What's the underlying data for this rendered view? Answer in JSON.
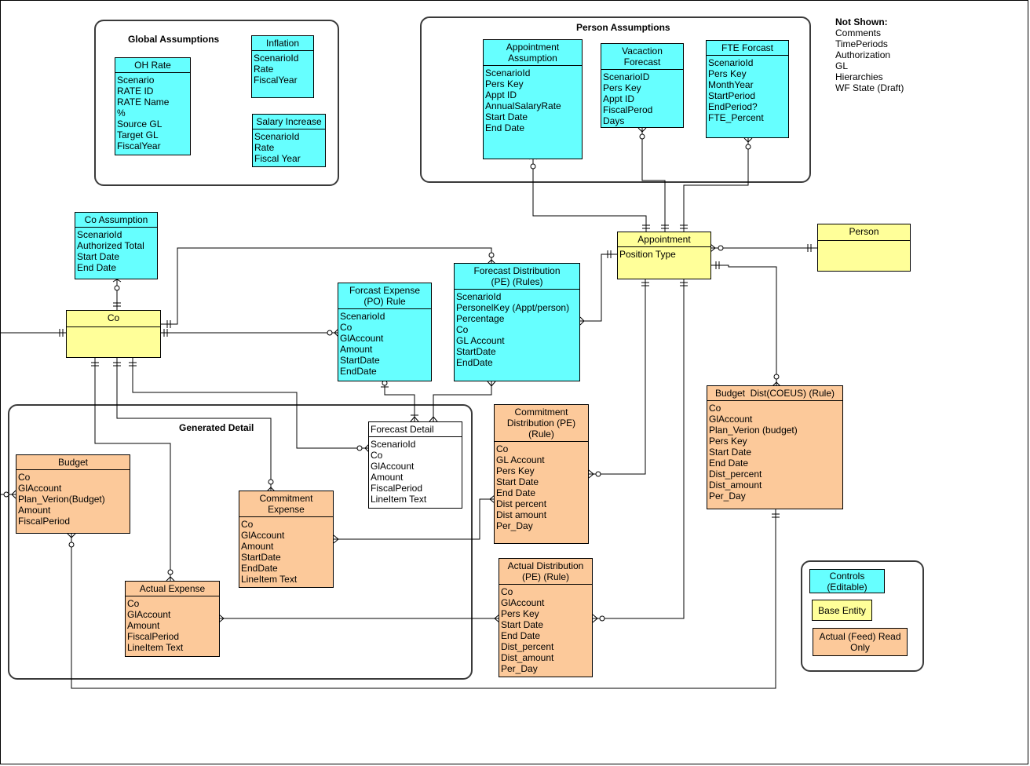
{
  "groups": {
    "global": "Global Assumptions",
    "person": "Person Assumptions",
    "generated": "Generated Detail"
  },
  "not_shown": {
    "title": "Not Shown:",
    "items": [
      "Comments",
      "TimePeriods",
      "Authorization",
      "GL",
      "Hierarchies",
      "WF State (Draft)"
    ]
  },
  "entities": {
    "oh_rate": {
      "title": "OH Rate",
      "fields": [
        "Scenario",
        "RATE ID",
        "RATE Name",
        "%",
        "Source GL",
        "Target GL",
        "FiscalYear"
      ]
    },
    "inflation": {
      "title": "Inflation",
      "fields": [
        "ScenarioId",
        "Rate",
        "FiscalYear"
      ]
    },
    "salary_increase": {
      "title": "Salary Increase",
      "fields": [
        "ScenarioId",
        "Rate",
        "Fiscal Year"
      ]
    },
    "appointment_assumption": {
      "title": "Appointment Assumption",
      "fields": [
        "ScenarioId",
        "Pers Key",
        "Appt ID",
        "AnnualSalaryRate",
        "Start Date",
        "End Date"
      ]
    },
    "vacation_forecast": {
      "title": "Vacaction Forecast",
      "fields": [
        "ScenarioID",
        "Pers Key",
        "Appt ID",
        "FiscalPerod",
        "Days"
      ]
    },
    "fte_forcast": {
      "title": "FTE Forcast",
      "fields": [
        "ScenarioId",
        "Pers Key",
        "MonthYear",
        "StartPeriod",
        "EndPeriod?",
        "FTE_Percent"
      ]
    },
    "co_assumption": {
      "title": "Co Assumption",
      "fields": [
        "ScenarioId",
        "Authorized Total",
        "Start Date",
        "End Date"
      ]
    },
    "co": {
      "title": "Co",
      "fields": []
    },
    "forcast_expense": {
      "title": "Forcast Expense (PO) Rule",
      "fields": [
        "ScenarioId",
        "Co",
        "GlAccount",
        "Amount",
        "StartDate",
        "EndDate"
      ]
    },
    "forecast_distribution": {
      "title": "Forecast Distribution (PE) (Rules)",
      "fields": [
        "ScenarioId",
        "PersonelKey (Appt/person)",
        "Percentage",
        "Co",
        "GL Account",
        "StartDate",
        "EndDate"
      ]
    },
    "appointment": {
      "title": "Appointment",
      "fields": [
        "Position Type"
      ]
    },
    "person": {
      "title": "Person",
      "fields": []
    },
    "forecast_detail": {
      "title": "Forecast Detail",
      "fields": [
        "ScenarioId",
        "Co",
        "GlAccount",
        "Amount",
        "FiscalPeriod",
        "LineItem Text"
      ]
    },
    "commitment_distribution": {
      "title": "Commitment Distribution (PE) (Rule)",
      "fields": [
        "Co",
        "GL Account",
        "Pers Key",
        "Start Date",
        "End Date",
        "Dist percent",
        "Dist amount",
        "Per_Day"
      ]
    },
    "budget_dist": {
      "title": "Budget  Dist(COEUS) (Rule)",
      "fields": [
        "Co",
        "GlAccount",
        "Plan_Verion (budget)",
        "Pers Key",
        "Start Date",
        "End Date",
        "Dist_percent",
        "Dist_amount",
        "Per_Day"
      ]
    },
    "budget": {
      "title": "Budget",
      "fields": [
        "Co",
        "GlAccount",
        "Plan_Verion(Budget)",
        "Amount",
        "FiscalPeriod"
      ]
    },
    "commitment_expense": {
      "title": "Commitment Expense",
      "fields": [
        "Co",
        "GlAccount",
        "Amount",
        "StartDate",
        "EndDate",
        "LineItem Text"
      ]
    },
    "actual_expense": {
      "title": "Actual Expense",
      "fields": [
        "Co",
        "GlAccount",
        "Amount",
        "FiscalPeriod",
        "LineItem Text"
      ]
    },
    "actual_distribution": {
      "title": "Actual Distribution (PE) (Rule)",
      "fields": [
        "Co",
        "GlAccount",
        "Pers Key",
        "Start Date",
        "End Date",
        "Dist_percent",
        "Dist_amount",
        "Per_Day"
      ]
    }
  },
  "legend": {
    "controls": "Controls (Editable)",
    "base": "Base Entity",
    "actual": "Actual (Feed) Read Only"
  },
  "colors": {
    "controls": "#66ffff",
    "base": "#ffff99",
    "actual": "#fcc99a"
  }
}
